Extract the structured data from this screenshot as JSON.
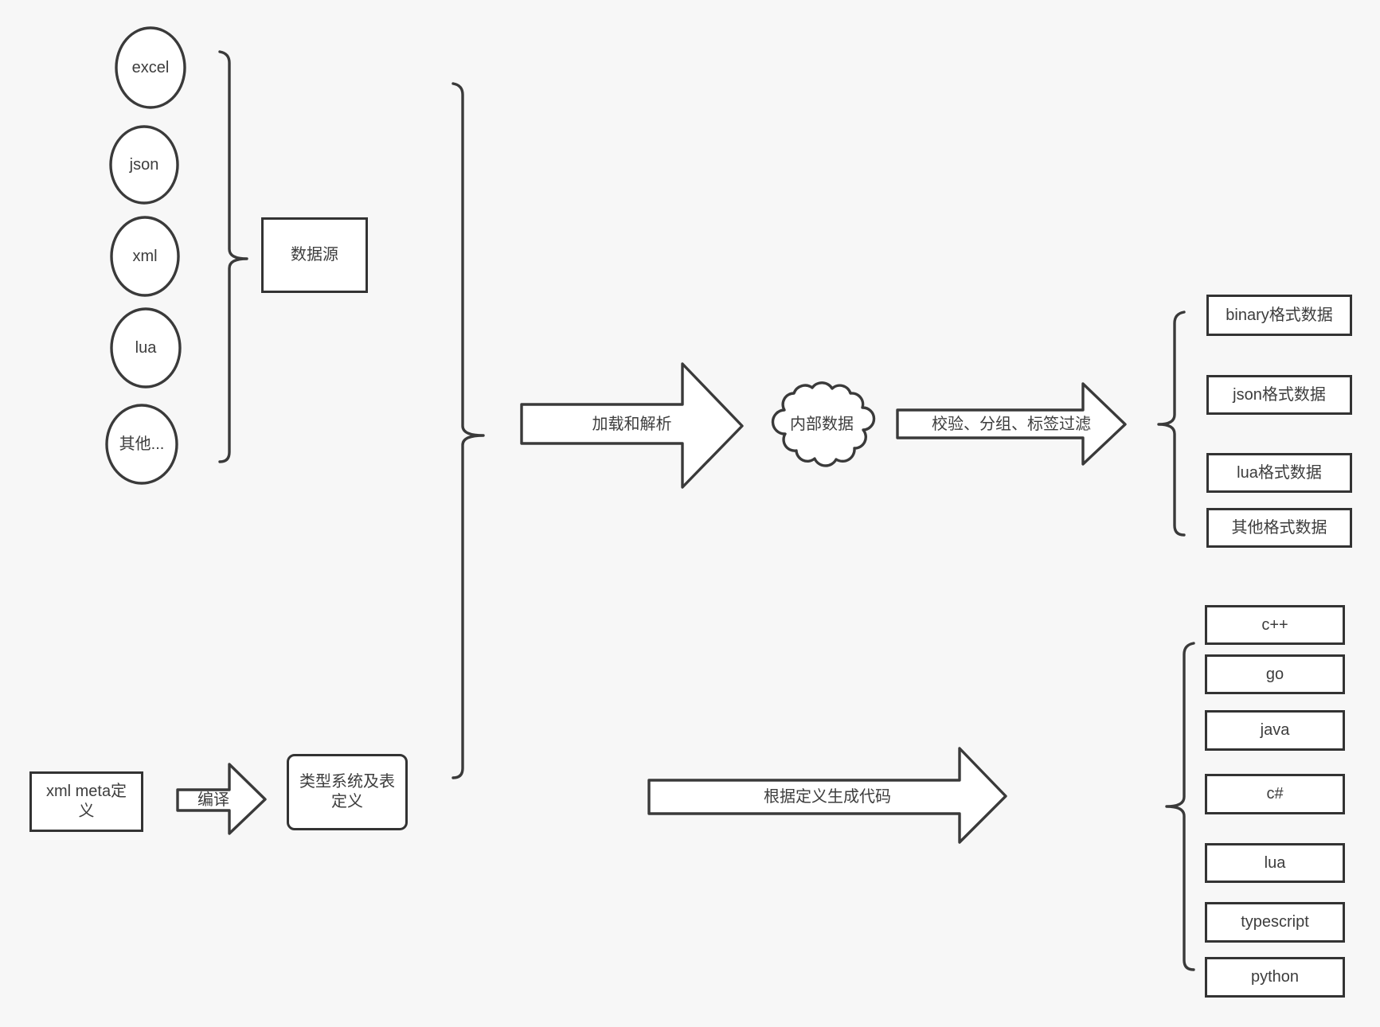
{
  "diagram": {
    "colors": {
      "background": "#f7f7f7",
      "line": "#3a3a3a",
      "shape_fill": "#ffffff",
      "text": "#3d3d3d"
    },
    "sources": {
      "group_label": "数据源",
      "items": [
        {
          "label": "excel"
        },
        {
          "label": "json"
        },
        {
          "label": "xml"
        },
        {
          "label": "lua"
        },
        {
          "label": "其他..."
        }
      ]
    },
    "definitions": {
      "meta_box_label": "xml meta定义",
      "compile_arrow_label": "编译",
      "type_system_box_label": "类型系统及表定义"
    },
    "pipeline": {
      "load_arrow_label": "加载和解析",
      "internal_data_label": "内部数据",
      "filter_arrow_label": "校验、分组、标签过滤",
      "generate_arrow_label": "根据定义生成代码"
    },
    "outputs": {
      "formats": [
        {
          "label": "binary格式数据"
        },
        {
          "label": "json格式数据"
        },
        {
          "label": "lua格式数据"
        },
        {
          "label": "其他格式数据"
        }
      ],
      "languages": [
        {
          "label": "c++"
        },
        {
          "label": "go"
        },
        {
          "label": "java"
        },
        {
          "label": "c#"
        },
        {
          "label": "lua"
        },
        {
          "label": "typescript"
        },
        {
          "label": "python"
        }
      ]
    }
  }
}
